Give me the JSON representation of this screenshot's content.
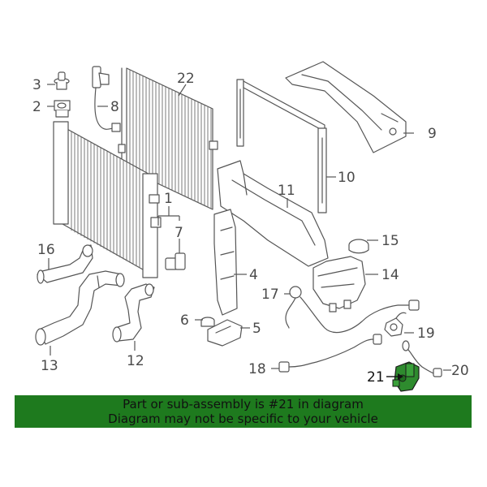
{
  "callouts": {
    "n1": "1",
    "n2": "2",
    "n3": "3",
    "n4": "4",
    "n5": "5",
    "n6": "6",
    "n7": "7",
    "n8": "8",
    "n9": "9",
    "n10": "10",
    "n11": "11",
    "n12": "12",
    "n13": "13",
    "n14": "14",
    "n15": "15",
    "n16": "16",
    "n17": "17",
    "n18": "18",
    "n19": "19",
    "n20": "20",
    "n21": "21",
    "n22": "22"
  },
  "banner": {
    "line1": "Part or sub-assembly is #21 in diagram",
    "line2": "Diagram may not be specific to your vehicle"
  },
  "colors": {
    "banner_bg": "#1e7a1e",
    "highlight_part": "#2e8b2e",
    "line_art": "#555555"
  }
}
